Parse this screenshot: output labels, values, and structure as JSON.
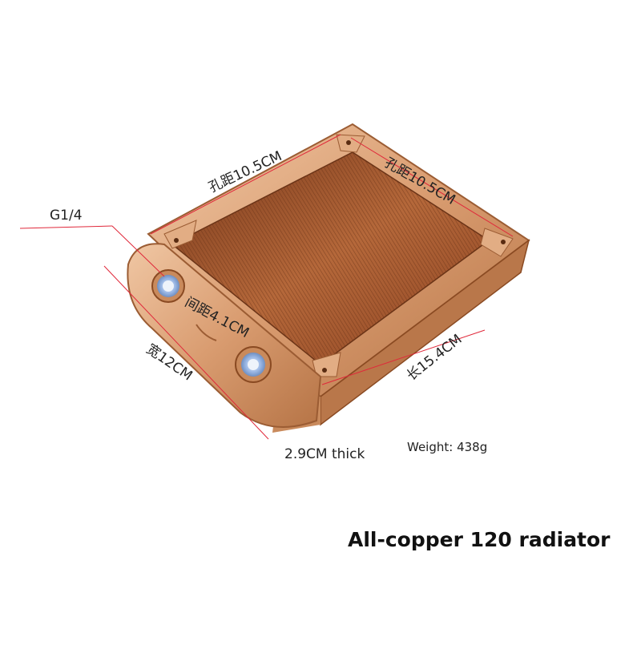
{
  "labels": {
    "port_size": "G1/4",
    "hole_spacing_top": "孔距10.5CM",
    "hole_spacing_right": "孔距10.5CM",
    "port_spacing": "间距4.1CM",
    "width": "宽12CM",
    "length": "长15.4CM",
    "thickness": "2.9CM thick",
    "weight": "Weight: 438g",
    "title": "All-copper 120 radiator"
  },
  "colors": {
    "copper_light": "#e8b489",
    "copper_mid": "#c98a5c",
    "copper_dark": "#8a4a22",
    "fin": "#a0522d",
    "guide_line": "#e0283a",
    "port_blue": "#8fb2e0"
  }
}
